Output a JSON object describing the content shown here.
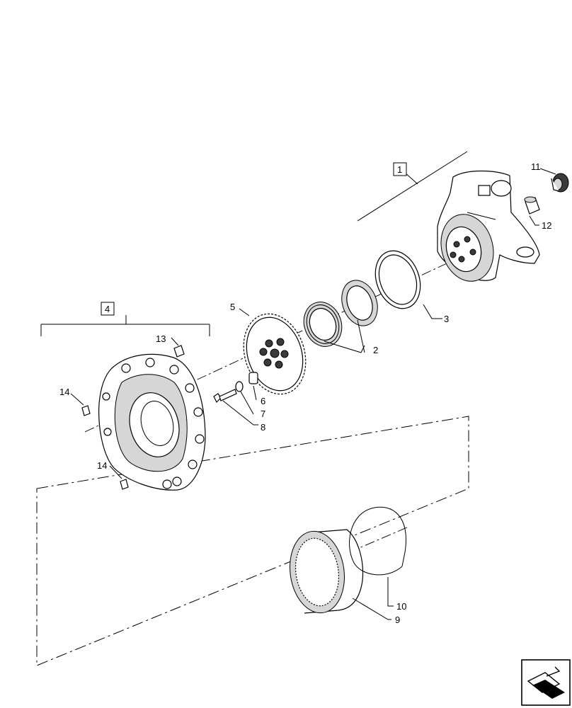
{
  "callouts": {
    "c1": "1",
    "c2": "2",
    "c3": "3",
    "c4": "4",
    "c5": "5",
    "c6": "6",
    "c7": "7",
    "c8": "8",
    "c9": "9",
    "c10": "10",
    "c11": "11",
    "c12": "12",
    "c13": "13",
    "c14a": "14",
    "c14b": "14"
  },
  "navigation_icon": "next-page-arrow-icon",
  "colors": {
    "line": "#000000",
    "background": "#ffffff",
    "shade": "#d6d6d6"
  }
}
